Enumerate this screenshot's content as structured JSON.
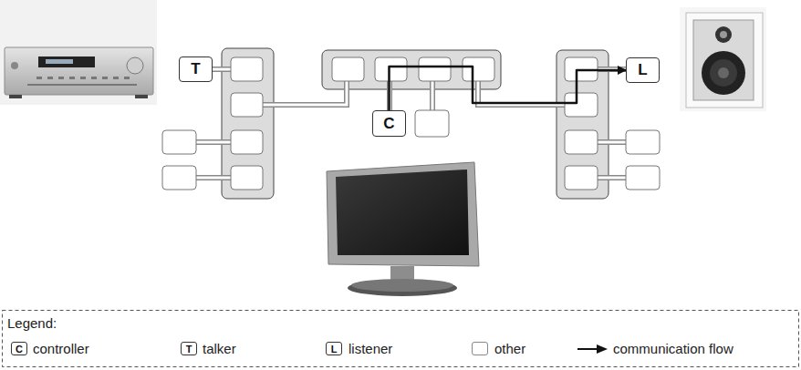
{
  "diagram": {
    "nodes": [
      {
        "text": [
          "T"
        ]
      },
      {
        "text": [
          "C"
        ]
      },
      {
        "text": [
          "L"
        ]
      }
    ],
    "edges": [
      {
        "from": 1,
        "to": 2,
        "arrow": "to"
      }
    ],
    "labels": [
      "Legend:",
      "C",
      "T",
      "L"
    ],
    "legend": [
      {
        "text": "controller"
      },
      {
        "text": "talker"
      },
      {
        "text": "listener"
      },
      {
        "text": "other"
      },
      {
        "text": "communication flow"
      }
    ]
  }
}
